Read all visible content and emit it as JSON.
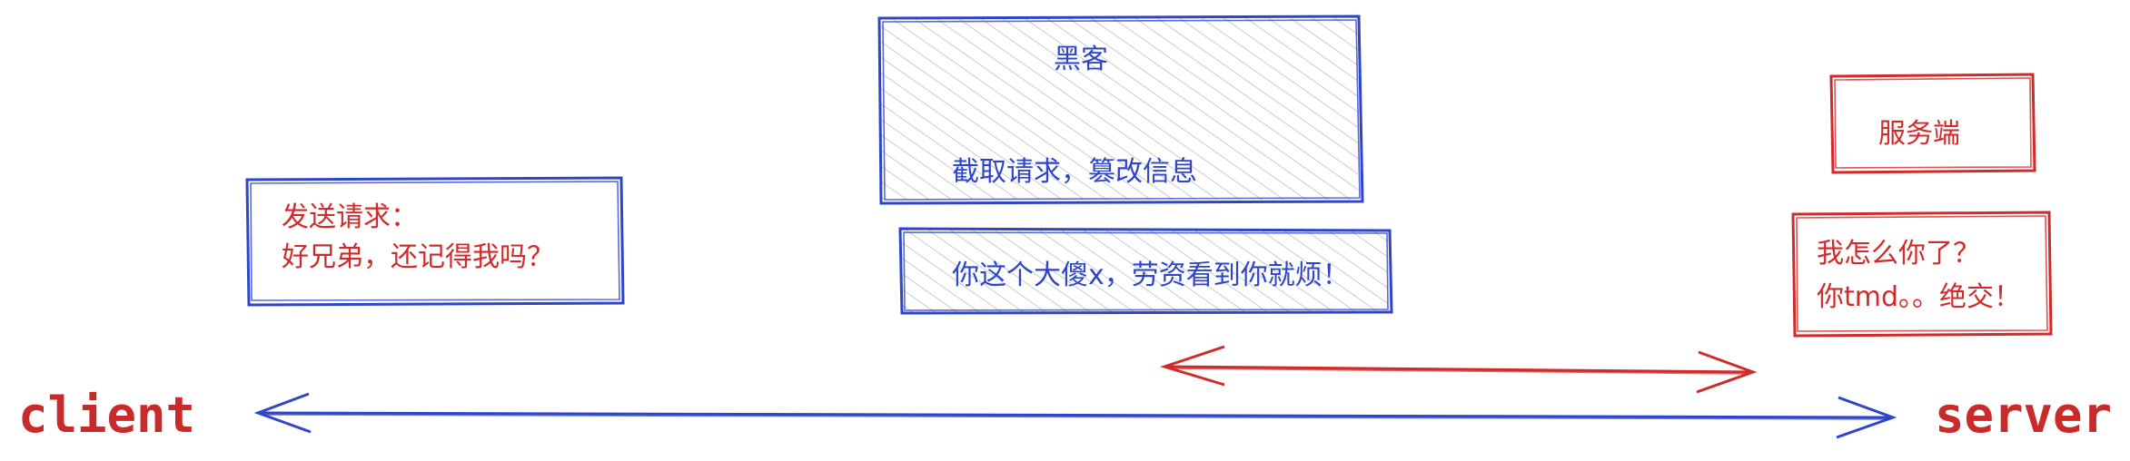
{
  "nodes": {
    "client_label": "client",
    "server_label": "server",
    "hacker_title": "黑客",
    "hacker_action": "截取请求，篡改信息",
    "tampered_message": "你这个大傻x，劳资看到你就烦！",
    "client_request_line1": "发送请求：",
    "client_request_line2": "好兄弟，还记得我吗？",
    "server_title": "服务端",
    "server_reply_line1": "我怎么你了？",
    "server_reply_line2": "你tmd。。绝交！"
  },
  "colors": {
    "blue": "#2f45c9",
    "red": "#d12a2a",
    "hatch": "#c9cbd3"
  }
}
